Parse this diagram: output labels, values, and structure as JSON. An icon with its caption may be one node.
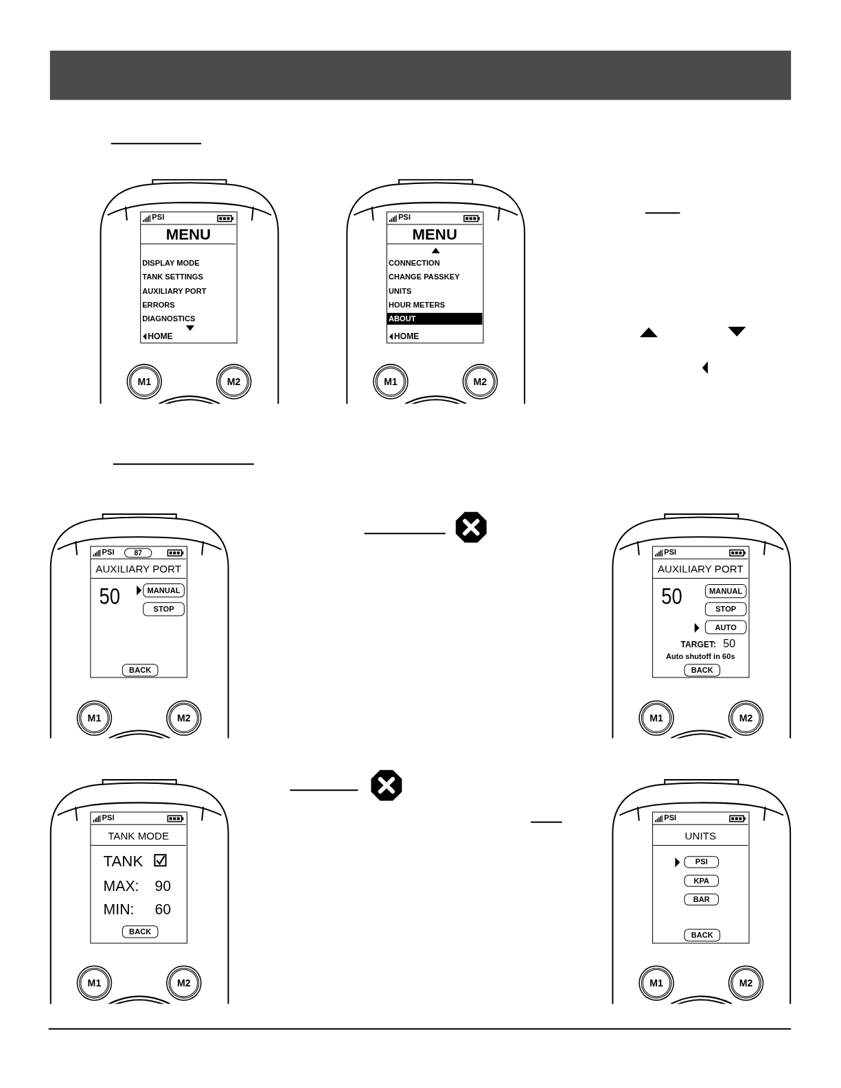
{
  "diagram": {
    "labels": [
      "PSI",
      "MENU",
      "DISPLAY MODE",
      "TANK SETTINGS",
      "AUXILIARY PORT",
      "ERRORS",
      "DIAGNOSTICS",
      "HOME",
      "M1",
      "M2",
      "PSI",
      "MENU",
      "CONNECTION",
      "CHANGE PASSKEY",
      "UNITS",
      "HOUR METERS",
      "ABOUT",
      "HOME",
      "M1",
      "M2",
      "PSI",
      "87",
      "AUXILIARY PORT",
      "50",
      "MANUAL",
      "STOP",
      "BACK",
      "M1",
      "M2",
      "PSI",
      "AUXILIARY PORT",
      "50",
      "MANUAL",
      "STOP",
      "AUTO",
      "TARGET:",
      "50",
      "Auto shutoff in 60s",
      "BACK",
      "M1",
      "M2",
      "PSI",
      "TANK MODE",
      "TANK",
      "MAX:",
      "90",
      "MIN:",
      "60",
      "BACK",
      "M1",
      "M2",
      "PSI",
      "UNITS",
      "PSI",
      "KPA",
      "BAR",
      "BACK",
      "M1",
      "M2"
    ]
  }
}
